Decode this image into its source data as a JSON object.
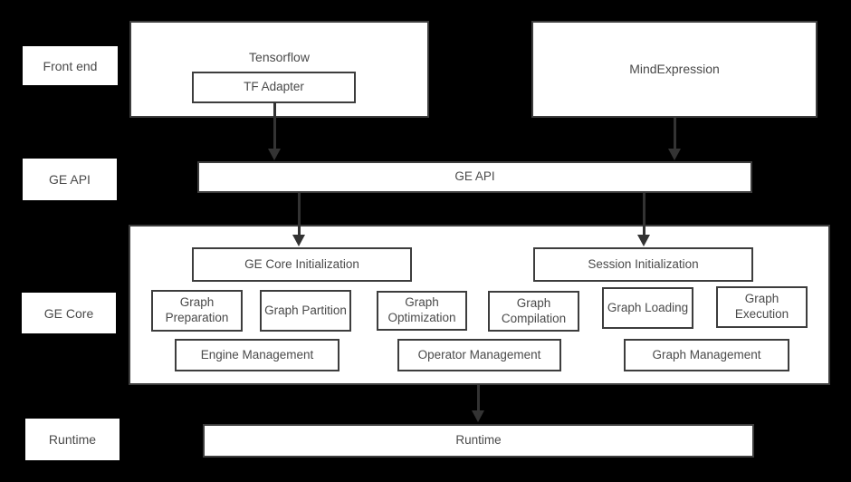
{
  "diagram": {
    "layer_labels": [
      "Front end",
      "GE API",
      "GE Core",
      "Runtime"
    ],
    "frontend": {
      "tensorflow_label": "Tensorflow",
      "tf_adapter_label": "TF Adapter",
      "mindexpression_label": "MindExpression"
    },
    "ge_api_label": "GE API",
    "ge_core": {
      "init_label": "GE Core Initialization",
      "session_label": "Session Initialization",
      "stages": [
        "Graph Preparation",
        "Graph Partition",
        "Graph Optimization",
        "Graph Compilation",
        "Graph Loading",
        "Graph Execution"
      ],
      "management": [
        "Engine Management",
        "Operator Management",
        "Graph Management"
      ]
    },
    "runtime_label": "Runtime",
    "colors": {
      "background": "#000000",
      "box_fill": "#ffffff",
      "box_border": "#3d3d3d",
      "text": "#4a4a4a",
      "arrow": "#333333"
    }
  }
}
